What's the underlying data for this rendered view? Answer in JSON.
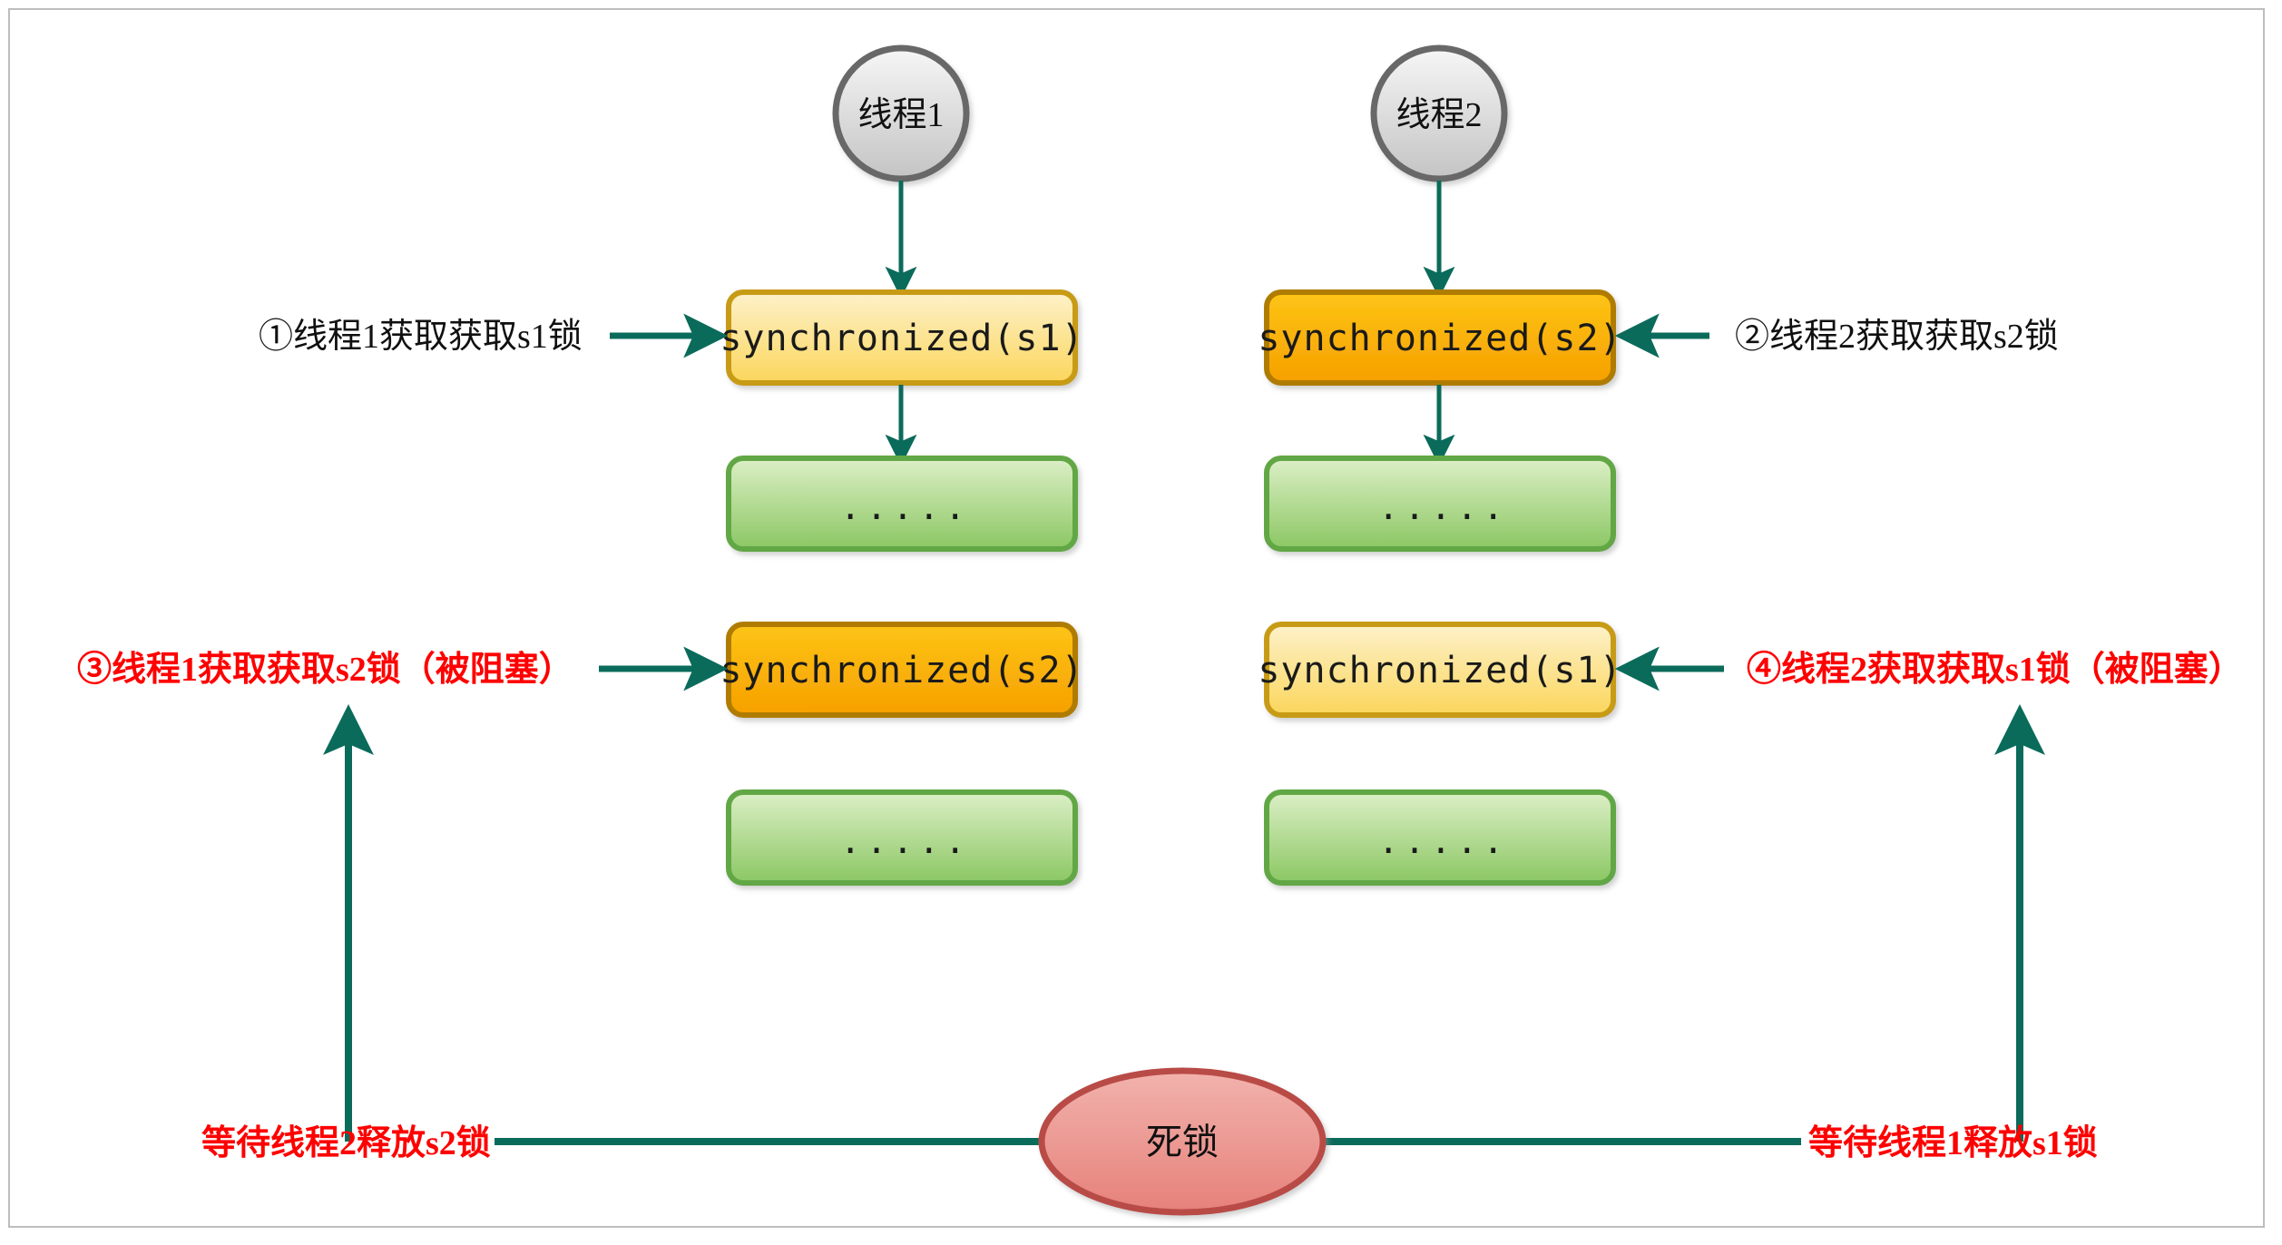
{
  "diagram": {
    "title": "Java synchronized deadlock illustration",
    "colors": {
      "arrow": "#0b6b5b",
      "red_text": "#fe0000",
      "black_text": "#101010",
      "box_yellow_light_fill_top": "#fdf0c4",
      "box_yellow_light_fill_bottom": "#fbd861",
      "box_yellow_light_stroke": "#c89b16",
      "box_orange_fill_top": "#fdc113",
      "box_orange_fill_bottom": "#f6a200",
      "box_orange_stroke": "#b07c04",
      "box_green_fill_top": "#d7ecc0",
      "box_green_fill_bottom": "#8cc765",
      "box_green_stroke": "#62a744",
      "circle_fill_top": "#f4f4f4",
      "circle_fill_bottom": "#c8c8c8",
      "circle_stroke": "#676767",
      "ellipse_fill_top": "#f0a9a4",
      "ellipse_fill_bottom": "#e8857e",
      "ellipse_stroke": "#b94b46",
      "frame_border": "#bdbdbd",
      "page_background": "#ffffff"
    },
    "threads": [
      {
        "id": "thread1",
        "label": "线程1"
      },
      {
        "id": "thread2",
        "label": "线程2"
      }
    ],
    "thread1_column": {
      "blocks": [
        {
          "id": "t1-sync-s1",
          "label": "synchronized(s1)",
          "style": "yellow-light"
        },
        {
          "id": "t1-body-1",
          "label": ".....",
          "style": "green"
        },
        {
          "id": "t1-sync-s2",
          "label": "synchronized(s2)",
          "style": "orange"
        },
        {
          "id": "t1-body-2",
          "label": ".....",
          "style": "green"
        }
      ]
    },
    "thread2_column": {
      "blocks": [
        {
          "id": "t2-sync-s2",
          "label": "synchronized(s2)",
          "style": "orange"
        },
        {
          "id": "t2-body-1",
          "label": ".....",
          "style": "green"
        },
        {
          "id": "t2-sync-s1",
          "label": "synchronized(s1)",
          "style": "yellow-light"
        },
        {
          "id": "t2-body-2",
          "label": ".....",
          "style": "green"
        }
      ]
    },
    "annotations": [
      {
        "id": "note-1",
        "label": "①线程1获取获取s1锁",
        "color": "black",
        "side": "left"
      },
      {
        "id": "note-2",
        "label": "②线程2获取获取s2锁",
        "color": "black",
        "side": "right"
      },
      {
        "id": "note-3",
        "label": "③线程1获取获取s2锁（被阻塞）",
        "color": "red",
        "side": "left"
      },
      {
        "id": "note-4",
        "label": "④线程2获取获取s1锁（被阻塞）",
        "color": "red",
        "side": "right"
      }
    ],
    "deadlock": {
      "node_label": "死锁",
      "wait_left_label": "等待线程2释放s2锁",
      "wait_right_label": "等待线程1释放s1锁"
    }
  }
}
